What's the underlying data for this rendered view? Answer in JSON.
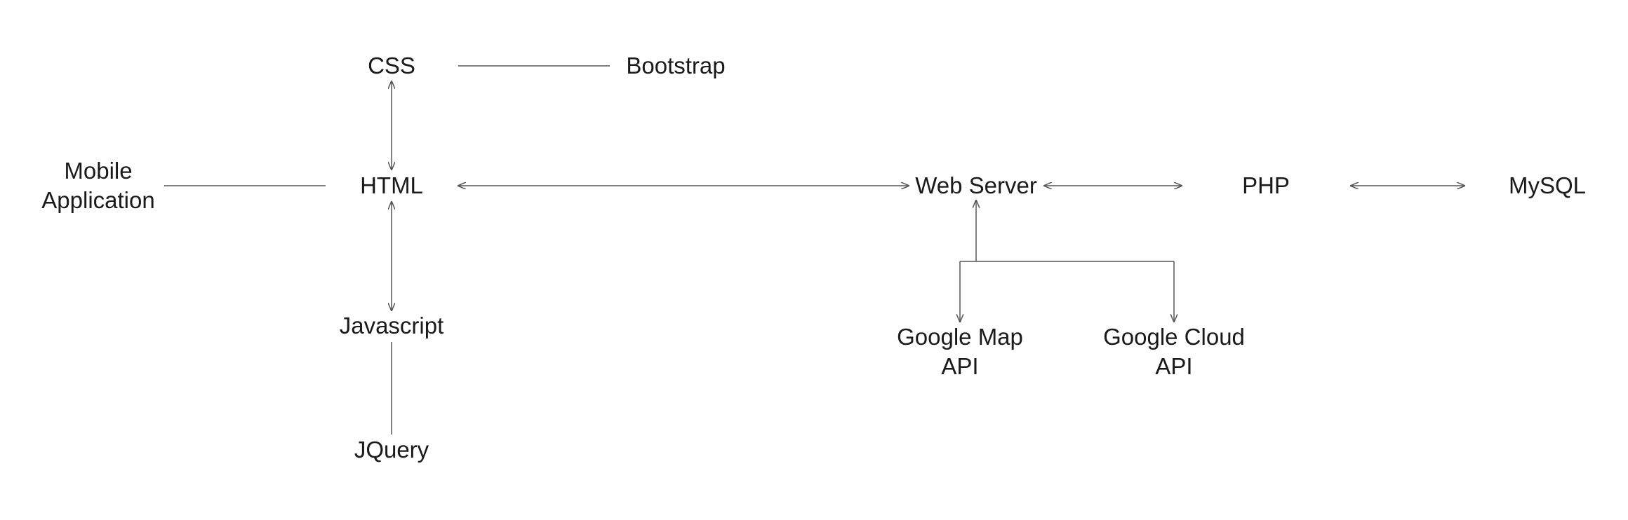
{
  "diagram": {
    "colors": {
      "line": "#555555",
      "text": "#1a1a1a",
      "background": "#ffffff"
    },
    "nodes": {
      "css": {
        "label": "CSS"
      },
      "bootstrap": {
        "label": "Bootstrap"
      },
      "html": {
        "label": "HTML"
      },
      "mobile_application": {
        "line1": "Mobile",
        "line2": "Application"
      },
      "javascript": {
        "label": "Javascript"
      },
      "jquery": {
        "label": "JQuery"
      },
      "web_server": {
        "label": "Web Server"
      },
      "php": {
        "label": "PHP"
      },
      "mysql": {
        "label": "MySQL"
      },
      "google_map_api": {
        "line1": "Google Map",
        "line2": "API"
      },
      "google_cloud_api": {
        "line1": "Google Cloud",
        "line2": "API"
      }
    }
  }
}
